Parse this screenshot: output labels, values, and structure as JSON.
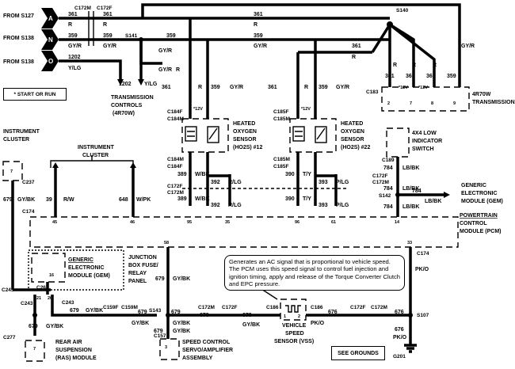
{
  "inputs": [
    {
      "label": "FROM S127",
      "letter": "A"
    },
    {
      "label": "FROM S138",
      "letter": "N"
    },
    {
      "label": "FROM S138",
      "letter": "O"
    }
  ],
  "legend": "* START OR RUN",
  "connectors": {
    "c172m": "C172M",
    "c172f": "C172F",
    "s141": "S141",
    "s140": "S140",
    "c183": "C183",
    "c184f": "C184F",
    "c184m": "C184M",
    "c185f": "C185F",
    "c185m": "C185M",
    "c172f2": "C172F",
    "c172m2": "C172M",
    "c174": "C174",
    "c189": "C189",
    "c172f3": "C172F",
    "c172m3": "C172M",
    "s142": "S142",
    "c237": "C237",
    "c174b": "C174",
    "c267": "C267",
    "c243": "C243",
    "c243b": "C243",
    "c159f": "C159F",
    "c159m": "C159M",
    "s143": "S143",
    "c157": "C157",
    "c172m4": "C172M",
    "c172f4": "C172F",
    "c186": "C186",
    "c186b": "C186",
    "c172f5": "C172F",
    "c172m5": "C172M",
    "s107": "S107",
    "c277": "C277",
    "g201": "G201"
  },
  "wires": {
    "w361": "361",
    "w359": "359",
    "w1202": "1202",
    "r": "R",
    "gyr": "GY/R",
    "ylg": "Y/LG",
    "w389": "389",
    "w392": "392",
    "w390": "390",
    "w393": "393",
    "wbk": "W/BK",
    "rlg": "R/LG",
    "ty": "T/Y",
    "plg": "P/LG",
    "w39": "39",
    "w648": "648",
    "rw": "R/W",
    "wpk": "W/PK",
    "w784": "784",
    "lbbk": "LB/BK",
    "w679": "679",
    "gybk": "GY/BK",
    "w676": "676",
    "pko": "PK/O",
    "v12": "*12V",
    "ylg2": "Y/LG"
  },
  "components": {
    "trans_controls": [
      "TRANSMISSION",
      "CONTROLS",
      "(4R70W)"
    ],
    "trans_4r70w": [
      "4R70W",
      "TRANSMISSION"
    ],
    "ho2s12": [
      "HEATED",
      "OXYGEN",
      "SENSOR",
      "(HO2S) #12"
    ],
    "ho2s22": [
      "HEATED",
      "OXYGEN",
      "SENSOR",
      "(HO2S) #22"
    ],
    "instrument_cluster_left": [
      "INSTRUMENT",
      "CLUSTER"
    ],
    "instrument_cluster_mid": [
      "INSTRUMENT",
      "CLUSTER"
    ],
    "lowswitch": [
      "4X4 LOW",
      "INDICATOR",
      "SWITCH"
    ],
    "gem_right": [
      "GENERIC",
      "ELECTRONIC",
      "MODULE (GEM)"
    ],
    "pcm": [
      "POWERTRAIN",
      "CONTROL",
      "MODULE (PCM)"
    ],
    "gem_box": [
      "GENERIC",
      "ELECTRONIC",
      "MODULE (GEM)"
    ],
    "junction": [
      "JUNCTION",
      "BOX FUSE/",
      "RELAY",
      "PANEL"
    ],
    "vss": [
      "VEHICLE",
      "SPEED",
      "SENSOR (VSS)"
    ],
    "ras": [
      "REAR AIR",
      "SUSPENSION",
      "(RAS) MODULE"
    ],
    "speed_control": [
      "SPEED CONTROL",
      "SERVO/AMPLIFIER",
      "ASSEMBLY"
    ]
  },
  "pins": {
    "p2": "2",
    "p7": "7",
    "p8": "8",
    "p9": "9",
    "p45": "45",
    "p46": "46",
    "p95": "95",
    "p35": "35",
    "p96": "96",
    "p61": "61",
    "p14": "14",
    "p58": "58",
    "p33": "33",
    "p16": "16",
    "p21": "21",
    "p20": "20",
    "p3": "3",
    "p7b": "7",
    "p1": "1",
    "p2b": "2"
  },
  "note": "Generates an AC signal that is proportional to vehicle speed. The PCM uses this speed signal to control fuel injection and ignition timing, apply and release of the Torque Converter Clutch and EPC pressure.",
  "see_grounds": "SEE GROUNDS"
}
